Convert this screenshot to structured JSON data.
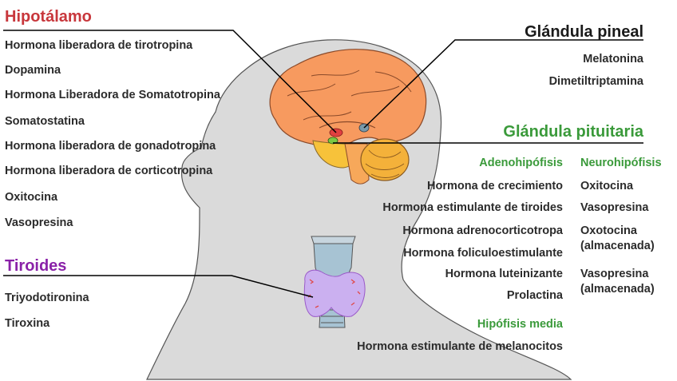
{
  "colors": {
    "hypothalamus": "#c8373c",
    "pituitary": "#3a9a3a",
    "thyroid": "#8a22a8",
    "text": "#2b2b2b",
    "silhouette": "#dadada",
    "brain": "#f79a5f",
    "cerebellum": "#f4b13a",
    "thyroid_gland": "#cbb0f0",
    "trachea": "#a7c3d3"
  },
  "hypothalamus": {
    "title": "Hipotálamo",
    "hormones": [
      "Hormona liberadora de tirotropina",
      "Dopamina",
      "Hormona Liberadora de Somatotropina",
      "Somatostatina",
      "Hormona liberadora de gonadotropina",
      "Hormona liberadora de corticotropina",
      "Oxitocina",
      "Vasopresina"
    ]
  },
  "pineal": {
    "title": "Glándula pineal",
    "hormones": [
      "Melatonina",
      "Dimetiltriptamina"
    ]
  },
  "pituitary": {
    "title": "Glándula pituitaria",
    "adenohypophysis": {
      "title": "Adenohipófisis",
      "hormones": [
        "Hormona de crecimiento",
        "Hormona estimulante de tiroides",
        "Hormona adrenocorticotropa",
        "Hormona foliculoestimulante",
        "Hormona luteinizante",
        "Prolactina"
      ]
    },
    "neurohypophysis": {
      "title": "Neurohipófisis",
      "hormones": [
        "Oxitocina",
        "Vasopresina",
        "Oxotocina",
        "(almacenada)",
        "Vasopresina",
        "(almacenada)"
      ]
    },
    "intermediate": {
      "title": "Hipófisis media",
      "hormones": [
        "Hormona estimulante de melanocitos"
      ]
    }
  },
  "thyroid": {
    "title": "Tiroides",
    "hormones": [
      "Triyodotironina",
      "Tiroxina"
    ]
  }
}
